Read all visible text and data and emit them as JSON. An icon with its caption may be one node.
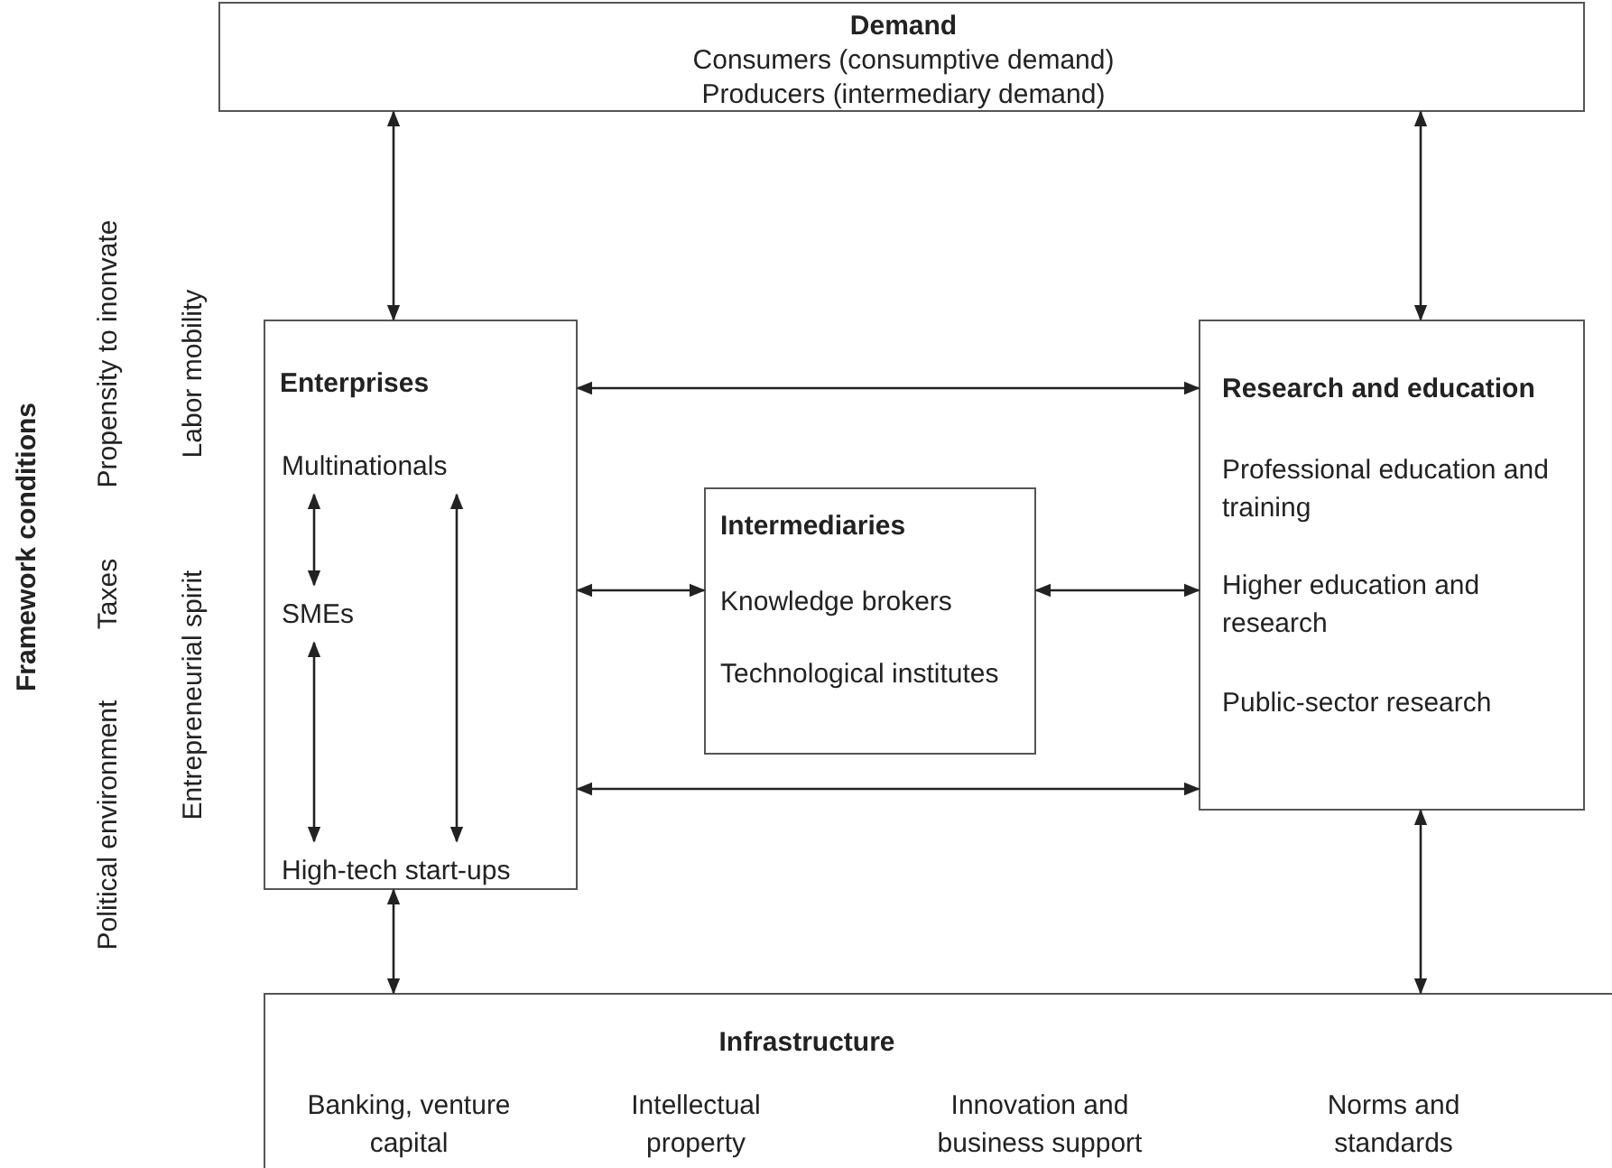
{
  "diagram": {
    "nodes": [
      {
        "text": [
          "Demand",
          "Consumers (consumptive demand)",
          "Producers (intermediary demand)"
        ]
      },
      {
        "text": [
          "Enterprises"
        ]
      },
      {
        "text": [
          "Multinationals"
        ],
        "in": 1
      },
      {
        "text": [
          "SMEs"
        ],
        "in": 1
      },
      {
        "text": [
          "High-tech start-ups"
        ],
        "in": 1
      },
      {
        "text": [
          "Intermediaries",
          "Knowledge brokers",
          "Technological institutes"
        ]
      },
      {
        "text": [
          "Research and education",
          "Professional education and training",
          "Higher education and research",
          "Public-sector research"
        ]
      },
      {
        "text": [
          "Infrastructure",
          "Banking, venture capital",
          "Intellectual property",
          "Innovation and business support",
          "Norms and standards"
        ]
      }
    ],
    "edges": [
      {
        "from": 0,
        "to": 1,
        "arrow": "both"
      },
      {
        "from": 0,
        "to": 6,
        "arrow": "both"
      },
      {
        "from": 1,
        "to": 6,
        "arrow": "both"
      },
      {
        "from": 1,
        "to": 6,
        "arrow": "both"
      },
      {
        "from": 1,
        "to": 5,
        "arrow": "both"
      },
      {
        "from": 5,
        "to": 6,
        "arrow": "both"
      },
      {
        "from": 2,
        "to": 3,
        "arrow": "both"
      },
      {
        "from": 3,
        "to": 4,
        "arrow": "both"
      },
      {
        "from": 2,
        "to": 4,
        "arrow": "both"
      },
      {
        "from": 1,
        "to": 7,
        "arrow": "both"
      },
      {
        "from": 6,
        "to": 7,
        "arrow": "both"
      }
    ],
    "labels": [
      "Framework conditions",
      "Political environment",
      "Taxes",
      "Propensity to inonvate",
      "Entrepreneurial spirit",
      "Labor mobility"
    ]
  }
}
